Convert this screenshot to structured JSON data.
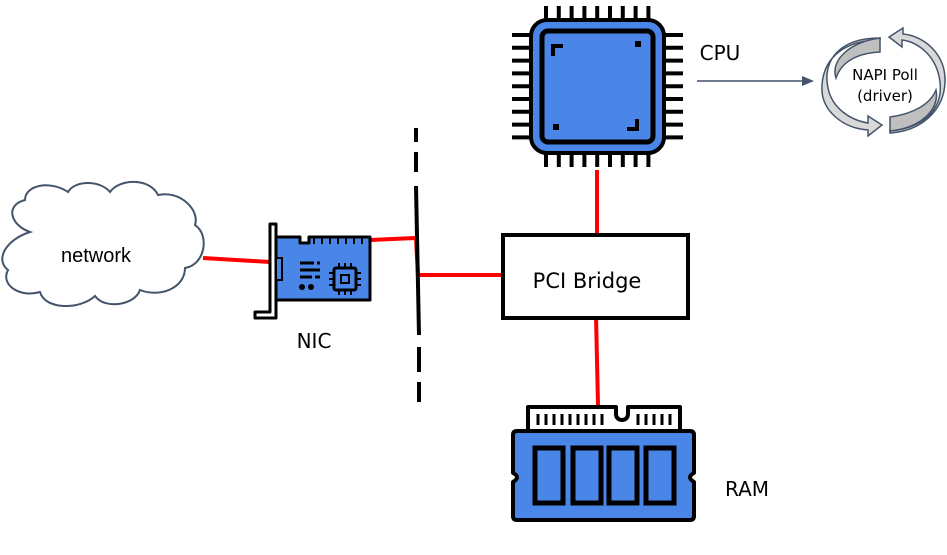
{
  "diagram": {
    "nodes": {
      "network": {
        "label": "network",
        "icon": "cloud-icon"
      },
      "nic": {
        "label": "NIC",
        "icon": "network-card-icon"
      },
      "cpu": {
        "label": "CPU",
        "icon": "cpu-chip-icon"
      },
      "pci_bridge": {
        "label": "PCI Bridge"
      },
      "ram": {
        "label": "RAM",
        "icon": "ram-module-icon"
      },
      "napi": {
        "label_line1": "NAPI Poll",
        "label_line2": "(driver)",
        "icon": "circular-arrows-icon"
      }
    },
    "connections": [
      {
        "from": "network",
        "to": "nic",
        "color": "#ff0000"
      },
      {
        "from": "nic",
        "to": "pci_bridge",
        "color": "#ff0000"
      },
      {
        "from": "cpu",
        "to": "pci_bridge",
        "color": "#ff0000"
      },
      {
        "from": "pci_bridge",
        "to": "ram",
        "color": "#ff0000"
      },
      {
        "from": "cpu",
        "to": "napi",
        "color": "#44546a",
        "style": "arrow"
      }
    ],
    "colors": {
      "chip_blue": "#4a86e8",
      "link_red": "#ff0000",
      "outline": "#000000",
      "cloud_stroke": "#44546a"
    }
  }
}
